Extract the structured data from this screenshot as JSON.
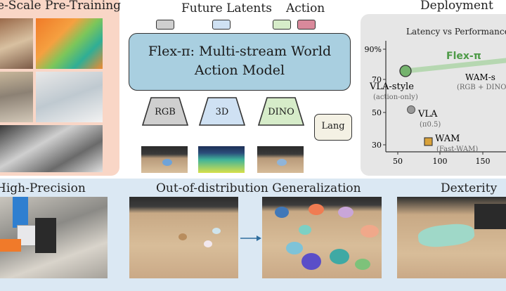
{
  "pretraining": {
    "title": "e-Scale Pre-Training"
  },
  "model": {
    "top_labels": [
      "Future Latents",
      "Action"
    ],
    "box_text": [
      "Flex-π: Multi-stream World",
      "Action Model"
    ],
    "encoders": [
      "RGB",
      "3D",
      "DINO"
    ],
    "lang": "Lang"
  },
  "deployment": {
    "title": "Deployment",
    "chart_title": "Latency vs Performance"
  },
  "chart_data": {
    "type": "scatter",
    "title": "Latency vs Performance",
    "y_ticks": [
      "90%",
      "70",
      "50",
      "30"
    ],
    "x_ticks": [
      "50",
      "100",
      "150"
    ],
    "xlim": [
      40,
      185
    ],
    "ylim": [
      25,
      95
    ],
    "points": [
      {
        "name": "Flex-π",
        "x": 63,
        "y": 76,
        "color": "#74b36d",
        "shape": "circle"
      },
      {
        "name": "VLA",
        "x": 66,
        "y": 52,
        "color": "#999999",
        "shape": "circle"
      },
      {
        "name": "WAM",
        "x": 90,
        "y": 31,
        "color": "#d9a23a",
        "shape": "square"
      }
    ],
    "labels": {
      "flex": "Flex-π",
      "vla_style": "VLA-style",
      "vla_style_sub": "(action-only)",
      "wam_right": "WAM-s",
      "wam_right_sub": "(RGB + DINO",
      "vla": "VLA",
      "vla_sub": "(π0.5)",
      "wam": "WAM",
      "wam_sub": "(Fast-WAM)"
    }
  },
  "bottom": {
    "high_precision": "High-Precision",
    "ood": "Out-of-distribution Generalization",
    "dexterity": "Dexterity"
  },
  "colors": {
    "pretrain_bg": "#f9d6c6",
    "model_box": "#a9cfe0",
    "deploy_bg": "#e6e6e6",
    "bottom_bg": "#dbe8f3",
    "rgb": "#cfcfcf",
    "d3": "#cfe1f3",
    "dino": "#d6ecc9",
    "action": "#d9899b",
    "lang": "#f4f1e4"
  }
}
